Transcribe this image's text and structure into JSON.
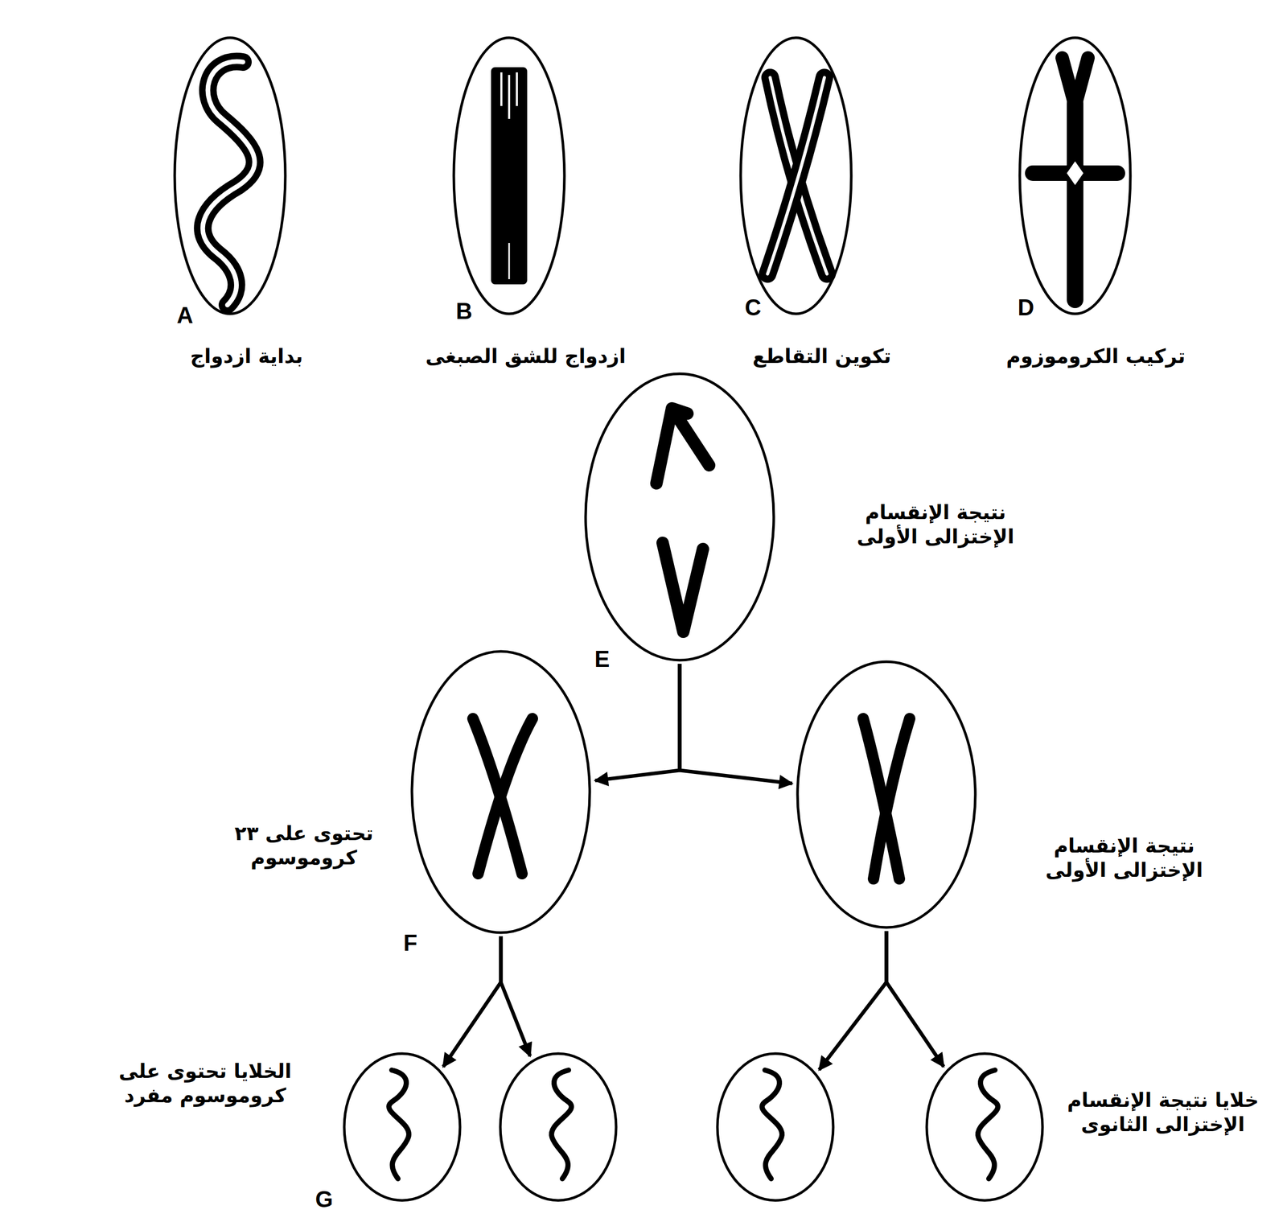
{
  "diagram": {
    "nodes": [
      {
        "text": [
          "A",
          "بداية ازدواج"
        ]
      },
      {
        "text": [
          "B",
          "ازدواج للشق الصبغى"
        ]
      },
      {
        "text": [
          "C",
          "تكوين التقاطع"
        ]
      },
      {
        "text": [
          "D",
          "تركيب الكروموزوم"
        ]
      },
      {
        "text": [
          "E",
          "نتيجة الإنقسام الإختزالى الأولى"
        ]
      },
      {
        "text": [
          "F",
          "تحتوى على ٢٣ كروموسوم"
        ]
      },
      {
        "text": [
          "نتيجة الإنقسام الإختزالى الأولى"
        ]
      },
      {
        "text": [
          "G",
          "الخلايا تحتوى على كروموسوم مفرد"
        ]
      },
      {
        "text": []
      },
      {
        "text": []
      },
      {
        "text": [
          "خلايا نتيجة الإنقسام الإختزالى الثانوى"
        ]
      }
    ],
    "edges": [
      {
        "from": 4,
        "to": 5,
        "arrow": "to"
      },
      {
        "from": 4,
        "to": 6,
        "arrow": "to"
      },
      {
        "from": 5,
        "to": 7,
        "arrow": "to"
      },
      {
        "from": 5,
        "to": 8,
        "arrow": "to"
      },
      {
        "from": 6,
        "to": 9,
        "arrow": "to"
      },
      {
        "from": 6,
        "to": 10,
        "arrow": "to"
      }
    ]
  }
}
